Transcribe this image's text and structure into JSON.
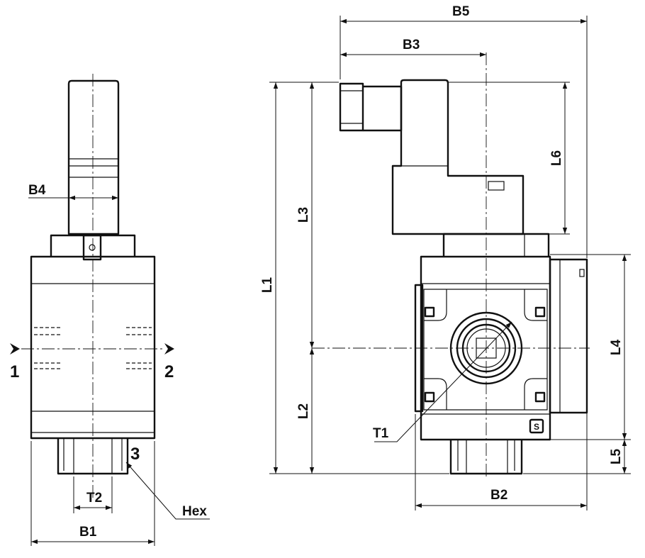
{
  "labels": {
    "b1": "B1",
    "b2": "B2",
    "b3": "B3",
    "b4": "B4",
    "b5": "B5",
    "l1": "L1",
    "l2": "L2",
    "l3": "L3",
    "l4": "L4",
    "l5": "L5",
    "l6": "L6",
    "t1": "T1",
    "t2": "T2",
    "hex": "Hex",
    "port1": "1",
    "port2": "2",
    "port3": "3"
  }
}
